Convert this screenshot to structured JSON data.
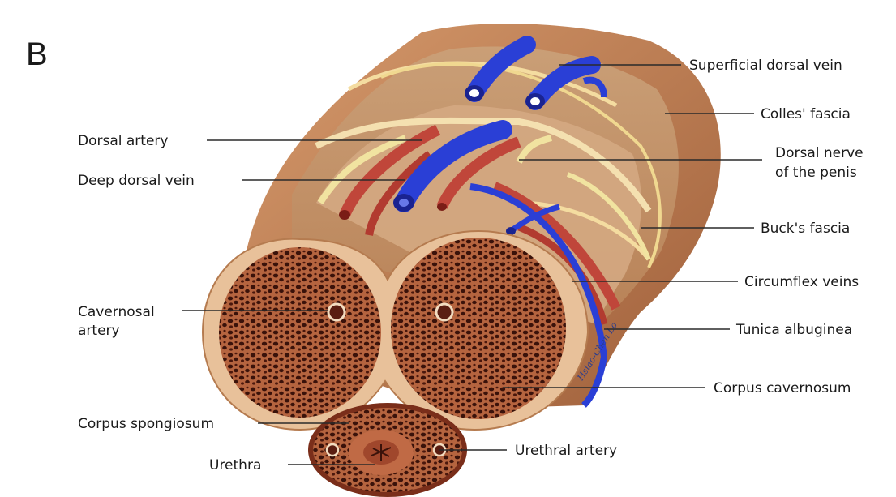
{
  "panel_letter": "B",
  "labels": {
    "superficial_dorsal_vein": "Superficial dorsal vein",
    "colles_fascia": "Colles' fascia",
    "dorsal_artery": "Dorsal artery",
    "dorsal_nerve_line1": "Dorsal nerve",
    "dorsal_nerve_line2": "of the penis",
    "deep_dorsal_vein": "Deep dorsal vein",
    "bucks_fascia": "Buck's fascia",
    "circumflex_veins": "Circumflex veins",
    "cavernosal_artery_line1": "Cavernosal",
    "cavernosal_artery_line2": "artery",
    "tunica_albuginea": "Tunica albuginea",
    "corpus_cavernosum": "Corpus cavernosum",
    "corpus_spongiosum": "Corpus spongiosum",
    "urethral_artery": "Urethral artery",
    "urethra": "Urethra"
  },
  "signature": "Hsiao-Chen Lo",
  "colors": {
    "vein": "#2a3fd6",
    "artery": "#c0463a",
    "nerve": "#f1e3a0",
    "skin": "#c98a5e",
    "fascia": "#d9a77b",
    "tunica": "#e8c19a",
    "erectile_tissue": "#5a1e12"
  }
}
